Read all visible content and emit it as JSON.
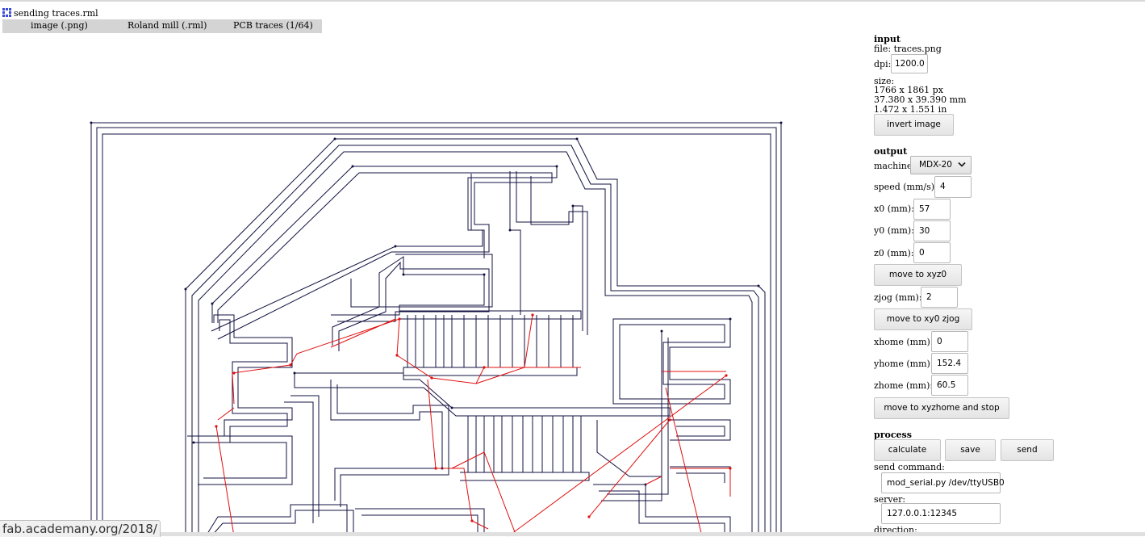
{
  "window": {
    "title": "sending traces.rml"
  },
  "tabs": [
    {
      "label": "image (.png)"
    },
    {
      "label": "Roland mill (.rml)"
    },
    {
      "label": "PCB traces (1/64)"
    }
  ],
  "input": {
    "heading": "input",
    "file_label": "file: traces.png",
    "dpi_label": "dpi:",
    "dpi_value": "1200.0",
    "size_label": "size:",
    "size_px": "1766 x 1861 px",
    "size_mm": "37.380 x 39.390 mm",
    "size_in": "1.472 x 1.551 in",
    "invert_button": "invert image"
  },
  "output": {
    "heading": "output",
    "machine_label": "machine",
    "machine_value": "MDX-20",
    "speed_label": "speed (mm/s):",
    "speed_value": "4",
    "x0_label": "x0 (mm):",
    "x0_value": "57",
    "y0_label": "y0 (mm):",
    "y0_value": "30",
    "z0_label": "z0 (mm):",
    "z0_value": "0",
    "move_xyz0_button": "move to xyz0",
    "zjog_label": "zjog (mm):",
    "zjog_value": "2",
    "move_xy0_button": "move to xy0 zjog",
    "xhome_label": "xhome (mm):",
    "xhome_value": "0",
    "yhome_label": "yhome (mm):",
    "yhome_value": "152.4",
    "zhome_label": "zhome (mm):",
    "zhome_value": "60.5",
    "move_home_button": "move to xyzhome and stop"
  },
  "process": {
    "heading": "process",
    "calculate_button": "calculate",
    "save_button": "save",
    "send_button": "send",
    "send_command_label": "send command:",
    "send_command_value": "mod_serial.py /dev/ttyUSB0",
    "server_label": "server:",
    "server_value": "127.0.0.1:12345",
    "direction_label": "direction:"
  },
  "status_bar": {
    "url": "fab.academany.org/2018/"
  },
  "colors": {
    "toolpath": "#101040",
    "jog": "#e01010",
    "tab_bar": "#d4d4d4"
  },
  "icons": {
    "app": "grid-app-icon",
    "dropdown": "chevron-down-icon"
  }
}
